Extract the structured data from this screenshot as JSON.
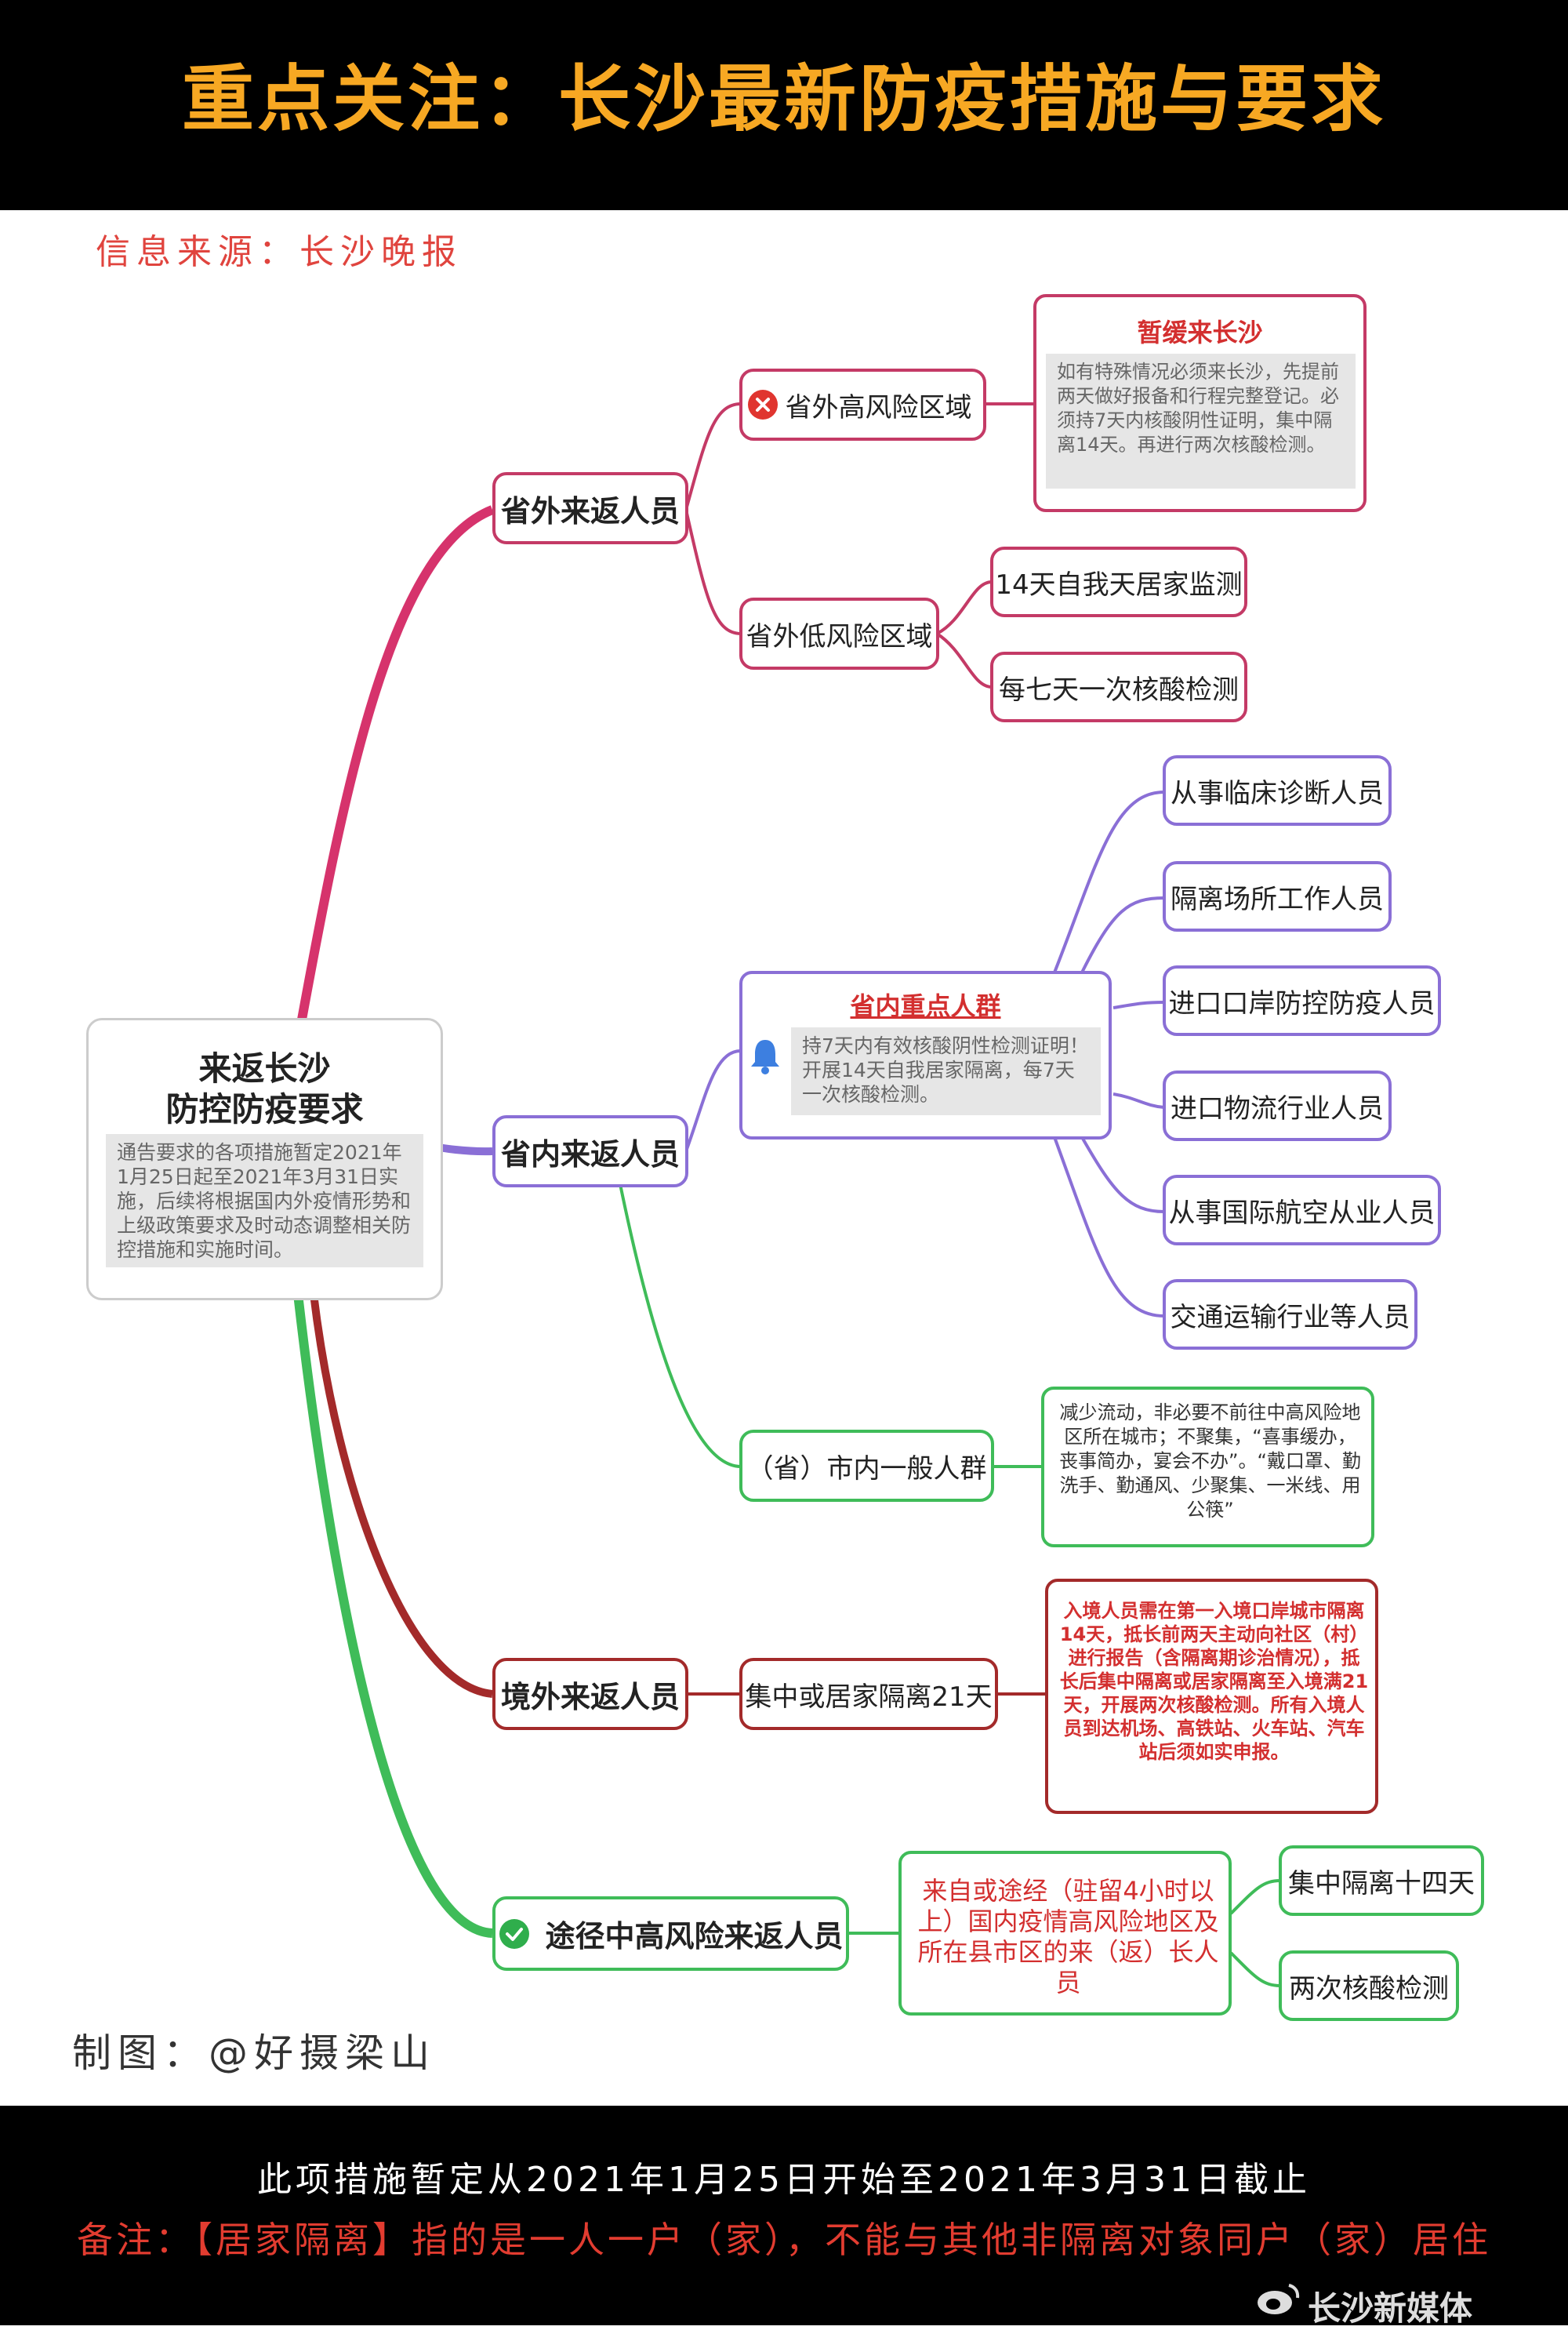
{
  "header": {
    "title": "重点关注：长沙最新防疫措施与要求"
  },
  "source": "信息来源：长沙晚报",
  "credit": "制图：@好摄梁山",
  "center": {
    "title_line1": "来返长沙",
    "title_line2": "防控防疫要求",
    "note": "通告要求的各项措施暂定2021年1月25日起至2021年3月31日实施，后续将根据国内外疫情形势和上级政策要求及时动态调整相关防控措施和实施时间。"
  },
  "branches": {
    "out_of_province": {
      "label": "省外来返人员",
      "high_risk": {
        "label": "省外高风险区域",
        "box_title": "暂缓来长沙",
        "box_text": "如有特殊情况必须来长沙，先提前两天做好报备和行程完整登记。必须持7天内核酸阴性证明，集中隔离14天。再进行两次核酸检测。"
      },
      "low_risk": {
        "label": "省外低风险区域",
        "items": [
          "14天自我天居家监测",
          "每七天一次核酸检测"
        ]
      }
    },
    "in_province": {
      "label": "省内来返人员",
      "key_group": {
        "title": "省内重点人群",
        "text": "持7天内有效核酸阴性检测证明！开展14天自我居家隔离，每7天一次核酸检测。",
        "items": [
          "从事临床诊断人员",
          "隔离场所工作人员",
          "进口口岸防控防疫人员",
          "进口物流行业人员",
          "从事国际航空从业人员",
          "交通运输行业等人员"
        ]
      },
      "general": {
        "label": "（省）市内一般人群",
        "text": "减少流动，非必要不前往中高风险地区所在城市；不聚集，“喜事缓办，丧事简办，宴会不办”。“戴口罩、勤洗手、勤通风、少聚集、一米线、用公筷”"
      }
    },
    "overseas": {
      "label": "境外来返人员",
      "measure": "集中或居家隔离21天",
      "text": "入境人员需在第一入境口岸城市隔离14天，抵长前两天主动向社区（村）进行报告（含隔离期诊治情况），抵长后集中隔离或居家隔离至入境满21天，开展两次核酸检测。所有入境人员到达机场、高铁站、火车站、汽车站后须如实申报。"
    },
    "via_risk": {
      "label": "途径中高风险来返人员",
      "source_text": "来自或途经（驻留4小时以上）国内疫情高风险地区及所在县市区的来（返）长人员",
      "items": [
        "集中隔离十四天",
        "两次核酸检测"
      ]
    }
  },
  "footer": {
    "line1": "此项措施暂定从2021年1月25日开始至2021年3月31日截止",
    "line2": "备注：【居家隔离】指的是一人一户（家），不能与其他非隔离对象同户（家）居住"
  },
  "watermark": "长沙新媒体",
  "colors": {
    "header_title": "#f7a823",
    "pink_branch": "#d6336c",
    "purple_branch": "#8a6fd6",
    "green_branch": "#3fbc59",
    "darkred_branch": "#a32a2a",
    "accent_red": "#d32f2f"
  },
  "icons": [
    "close-circle-icon",
    "bell-icon",
    "check-circle-icon",
    "weibo-icon"
  ]
}
